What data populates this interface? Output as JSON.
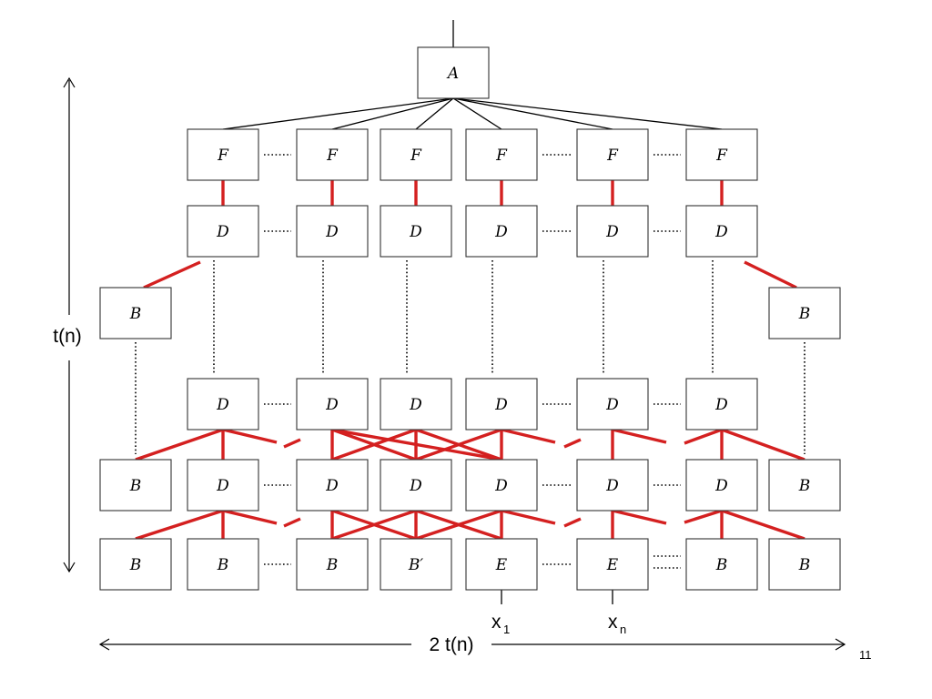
{
  "diagram": {
    "nodes": {
      "root": "A",
      "f": "F",
      "d": "D",
      "b": "B",
      "b_prime": "B′",
      "e": "E"
    },
    "labels": {
      "height": "t(n)",
      "width": "2 t(n)",
      "input_first": "x",
      "input_first_sub": "1",
      "input_last": "x",
      "input_last_sub": "n"
    },
    "page_number": "11",
    "colors": {
      "red_edge": "#d42020",
      "black": "#000000",
      "box_border": "#333333"
    }
  }
}
